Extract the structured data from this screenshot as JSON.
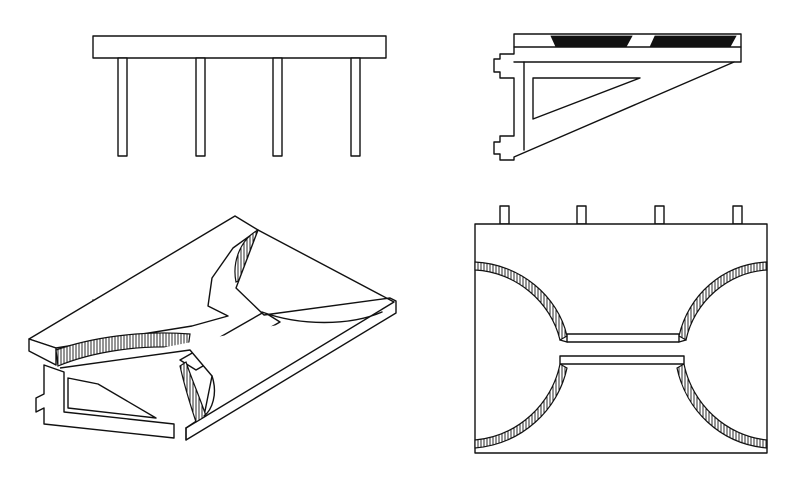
{
  "drawing": {
    "views": [
      {
        "key": "front",
        "name": "front-view"
      },
      {
        "key": "side",
        "name": "side-view"
      },
      {
        "key": "iso",
        "name": "isometric-view"
      },
      {
        "key": "plan",
        "name": "top-view"
      }
    ]
  },
  "colors": {
    "line": "#111111",
    "background": "#ffffff"
  }
}
